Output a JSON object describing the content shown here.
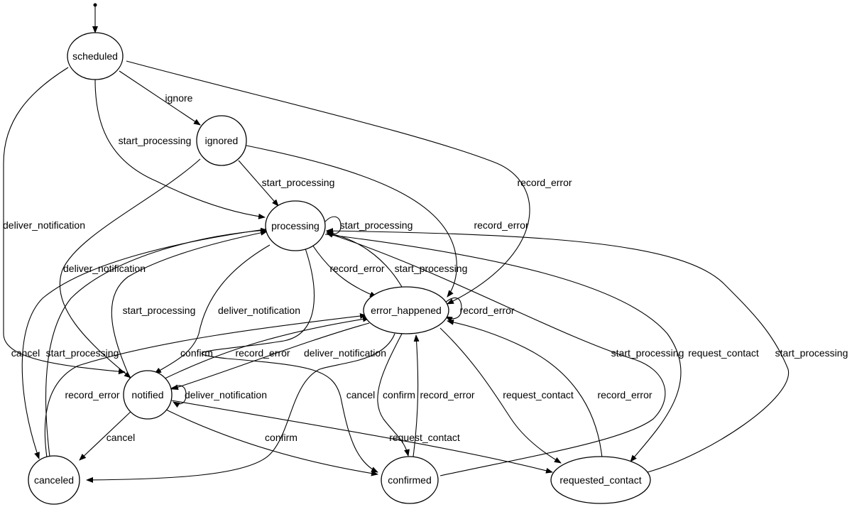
{
  "diagram": {
    "type": "state-machine",
    "states": {
      "scheduled": "scheduled",
      "ignored": "ignored",
      "processing": "processing",
      "error_happened": "error_happened",
      "notified": "notified",
      "canceled": "canceled",
      "confirmed": "confirmed",
      "requested_contact": "requested_contact"
    },
    "transitions": [
      {
        "from": "scheduled",
        "to": "ignored",
        "label": "ignore"
      },
      {
        "from": "scheduled",
        "to": "processing",
        "label": "start_processing"
      },
      {
        "from": "scheduled",
        "to": "error_happened",
        "label": "record_error"
      },
      {
        "from": "scheduled",
        "to": "notified",
        "label": "deliver_notification"
      },
      {
        "from": "ignored",
        "to": "processing",
        "label": "start_processing"
      },
      {
        "from": "ignored",
        "to": "error_happened",
        "label": "record_error"
      },
      {
        "from": "ignored",
        "to": "notified",
        "label": "deliver_notification"
      },
      {
        "from": "processing",
        "to": "processing",
        "label": "start_processing"
      },
      {
        "from": "processing",
        "to": "error_happened",
        "label": "record_error"
      },
      {
        "from": "processing",
        "to": "notified",
        "label": "deliver_notification"
      },
      {
        "from": "processing",
        "to": "canceled",
        "label": "cancel"
      },
      {
        "from": "processing",
        "to": "confirmed",
        "label": "confirm"
      },
      {
        "from": "processing",
        "to": "requested_contact",
        "label": "request_contact"
      },
      {
        "from": "error_happened",
        "to": "processing",
        "label": "start_processing"
      },
      {
        "from": "error_happened",
        "to": "error_happened",
        "label": "record_error"
      },
      {
        "from": "error_happened",
        "to": "notified",
        "label": "deliver_notification"
      },
      {
        "from": "error_happened",
        "to": "canceled",
        "label": "cancel"
      },
      {
        "from": "error_happened",
        "to": "confirmed",
        "label": "confirm"
      },
      {
        "from": "error_happened",
        "to": "requested_contact",
        "label": "request_contact"
      },
      {
        "from": "notified",
        "to": "processing",
        "label": "start_processing"
      },
      {
        "from": "notified",
        "to": "error_happened",
        "label": "record_error"
      },
      {
        "from": "notified",
        "to": "notified",
        "label": "deliver_notification"
      },
      {
        "from": "notified",
        "to": "canceled",
        "label": "cancel"
      },
      {
        "from": "notified",
        "to": "confirmed",
        "label": "confirm"
      },
      {
        "from": "notified",
        "to": "requested_contact",
        "label": "request_contact"
      },
      {
        "from": "canceled",
        "to": "processing",
        "label": "start_processing"
      },
      {
        "from": "canceled",
        "to": "error_happened",
        "label": "record_error"
      },
      {
        "from": "confirmed",
        "to": "processing",
        "label": "start_processing"
      },
      {
        "from": "confirmed",
        "to": "error_happened",
        "label": "record_error"
      },
      {
        "from": "requested_contact",
        "to": "processing",
        "label": "start_processing"
      },
      {
        "from": "requested_contact",
        "to": "error_happened",
        "label": "record_error"
      }
    ]
  }
}
